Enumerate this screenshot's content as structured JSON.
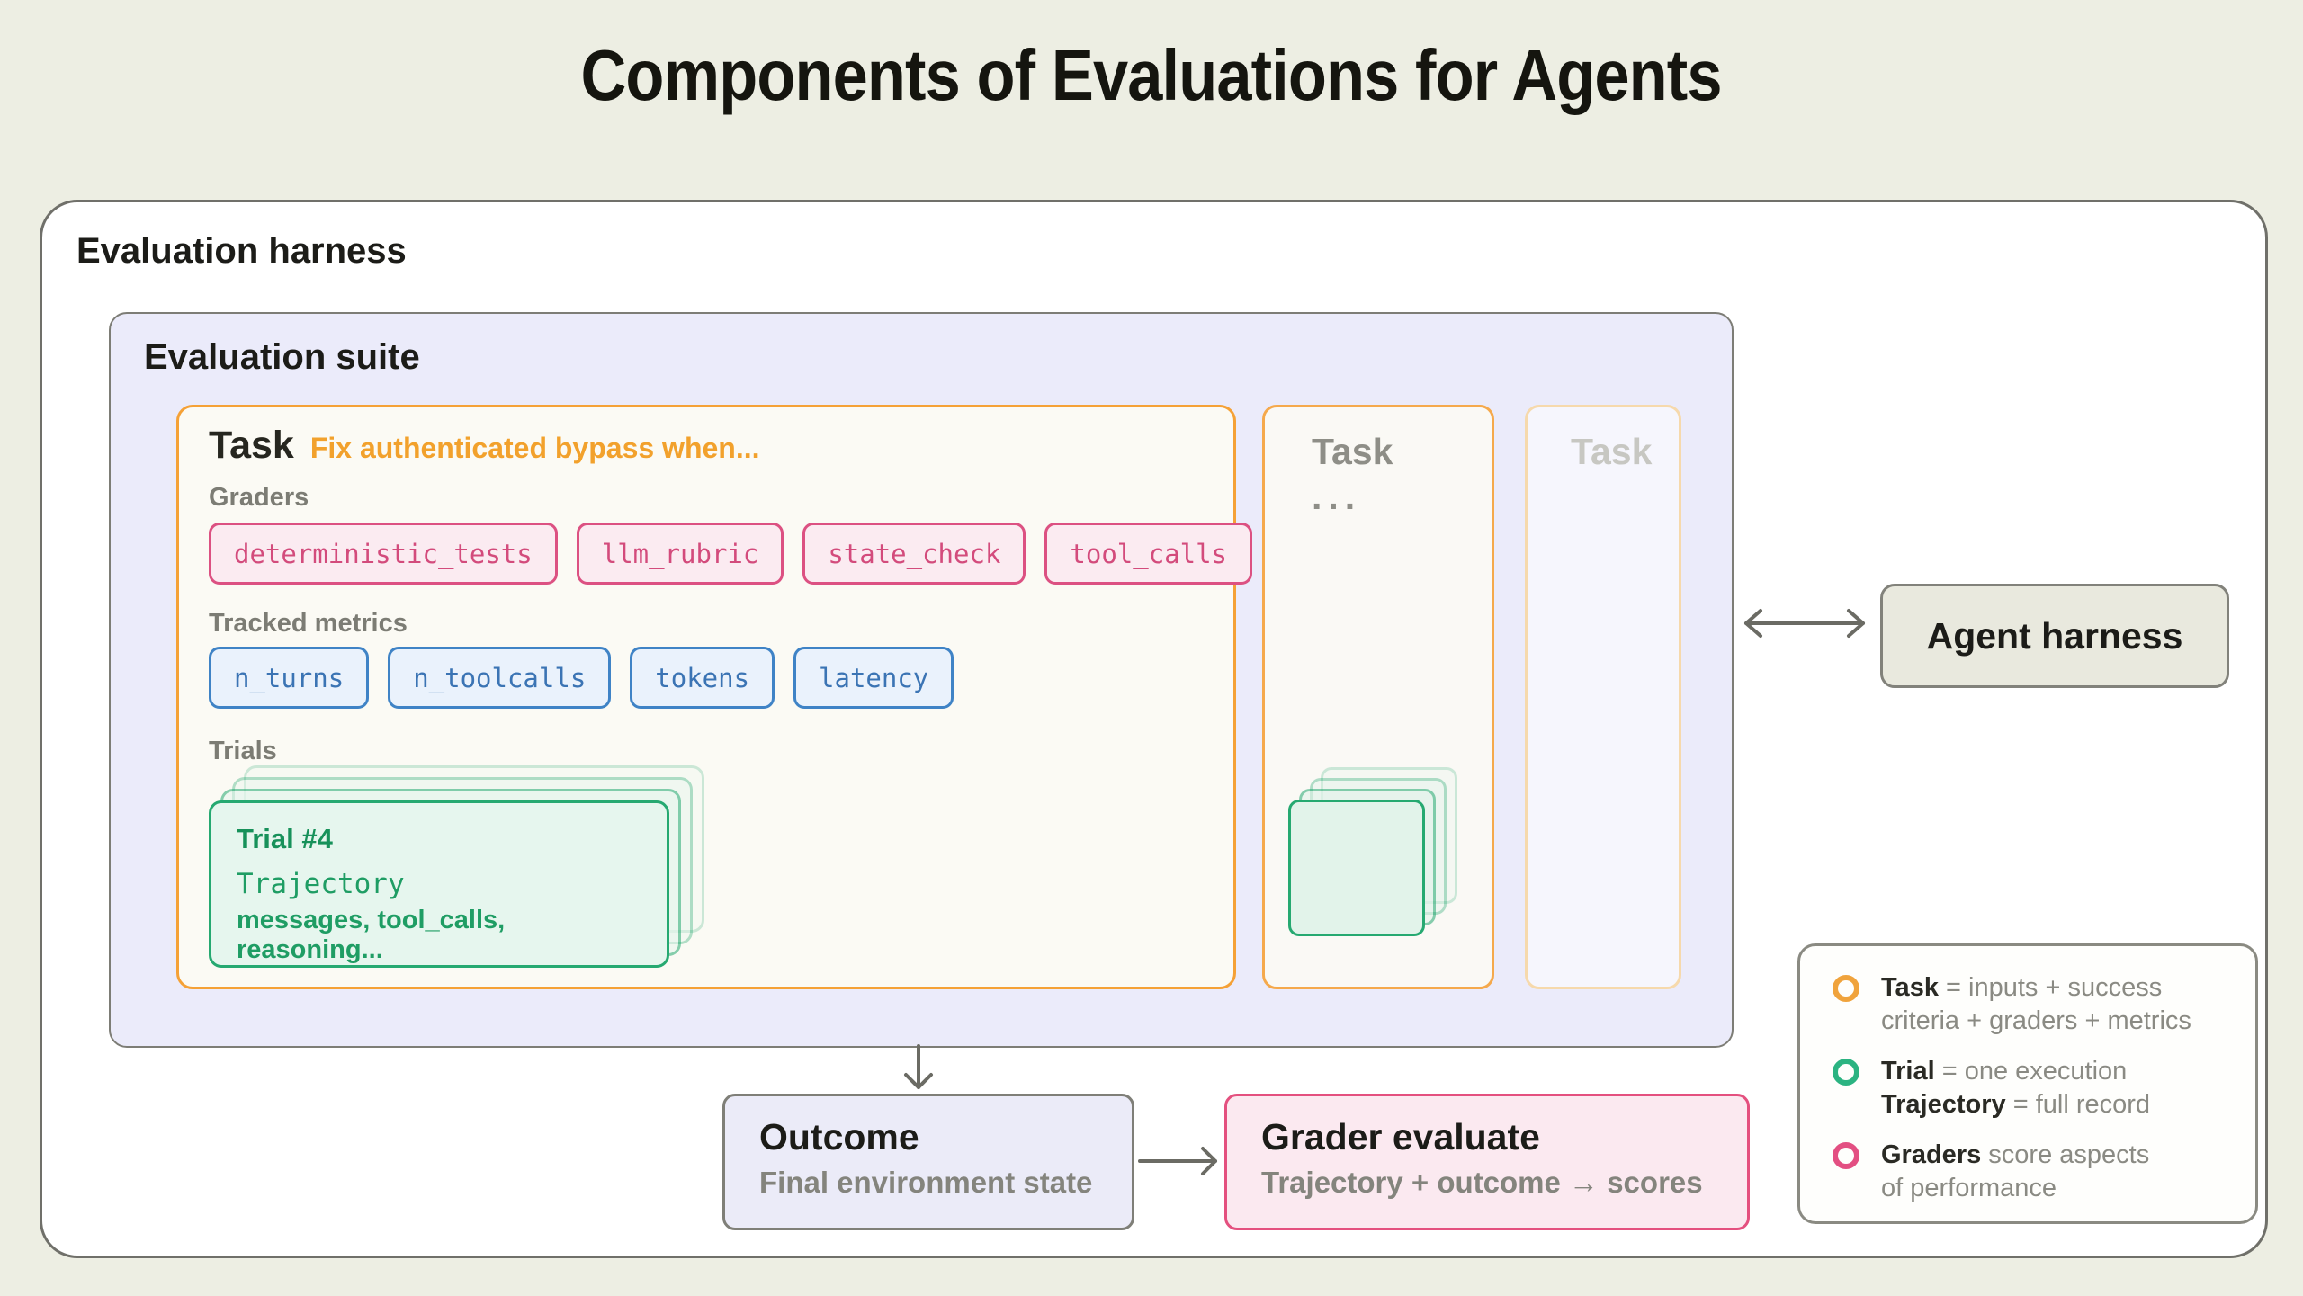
{
  "title": "Components of Evaluations for Agents",
  "harness": {
    "label": "Evaluation harness"
  },
  "suite": {
    "label": "Evaluation suite"
  },
  "task_main": {
    "label": "Task",
    "description": "Fix authenticated bypass when...",
    "graders_label": "Graders",
    "graders": [
      "deterministic_tests",
      "llm_rubric",
      "state_check",
      "tool_calls"
    ],
    "metrics_label": "Tracked metrics",
    "metrics": [
      "n_turns",
      "n_toolcalls",
      "tokens",
      "latency"
    ],
    "trials_label": "Trials",
    "trial": {
      "title": "Trial #4",
      "trajectory_label": "Trajectory",
      "detail": "messages, tool_calls, reasoning..."
    }
  },
  "task_collapsed": {
    "label": "Task",
    "ellipsis": "..."
  },
  "task_faded": {
    "label": "Task"
  },
  "agent_harness": {
    "label": "Agent harness"
  },
  "outcome": {
    "title": "Outcome",
    "subtitle": "Final environment state"
  },
  "grader_evaluate": {
    "title": "Grader evaluate",
    "subtitle": "Trajectory + outcome → scores"
  },
  "legend": {
    "items": [
      {
        "ring_color": "#F0A33C",
        "line1_bold": "Task",
        "line1_rest": " = inputs + success",
        "line2_bold": "",
        "line2_rest": "criteria + graders + metrics"
      },
      {
        "ring_color": "#2BB381",
        "line1_bold": "Trial",
        "line1_rest": " = one execution",
        "line2_bold": "Trajectory",
        "line2_rest": " = full record"
      },
      {
        "ring_color": "#E34F82",
        "line1_bold": "Graders",
        "line1_rest": " score aspects",
        "line2_bold": "",
        "line2_rest": "of performance"
      }
    ]
  },
  "colors": {
    "background": "#EDEEE3",
    "task_orange": "#F5A136",
    "grader_pink": "#DC5182",
    "grader_pink_bg": "#FBEBF1",
    "metric_blue": "#3F83C6",
    "metric_blue_bg": "#EAF2FC",
    "trial_green": "#26A971",
    "trial_green_bg": "#E6F6EE",
    "suite_lavender": "#EBEBFA",
    "agent_beige": "#E9E9DE",
    "border_gray": "#70706a"
  }
}
